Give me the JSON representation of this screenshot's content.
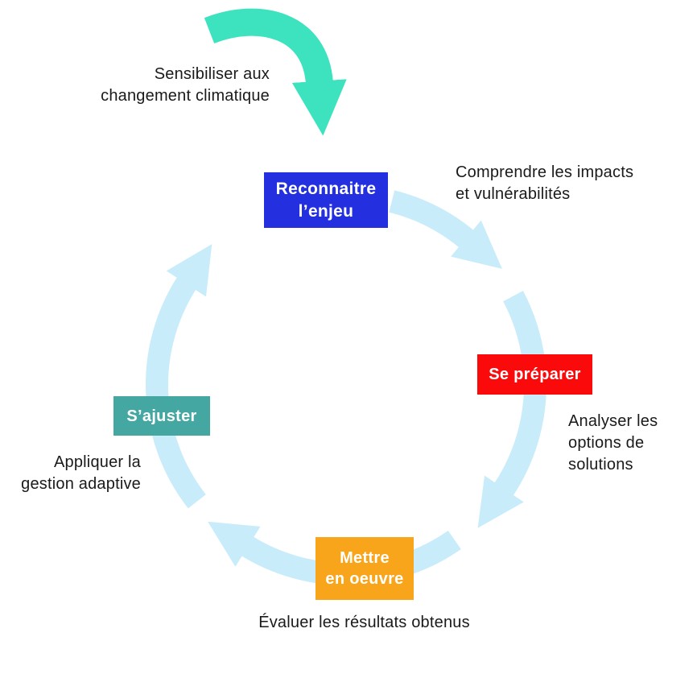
{
  "diagram": {
    "type": "cycle",
    "direction": "clockwise",
    "entry": {
      "label": "Sensibiliser aux\nchangement climatique"
    },
    "steps": [
      {
        "label": "Reconnaitre\nl’enjeu",
        "color": "#2430DF",
        "position": "top"
      },
      {
        "label": "Se préparer",
        "color": "#FB0A0C",
        "position": "right"
      },
      {
        "label": "Mettre\nen oeuvre",
        "color": "#F9A51C",
        "position": "bottom"
      },
      {
        "label": "S’ajuster",
        "color": "#44A7A1",
        "position": "left"
      }
    ],
    "annotations": [
      {
        "label": "Comprendre les impacts\net vulnérabilités",
        "position": "top-right"
      },
      {
        "label": "Analyser les\noptions de\nsolutions",
        "position": "right"
      },
      {
        "label": "Évaluer les résultats obtenus",
        "position": "bottom"
      },
      {
        "label": "Appliquer la\ngestion adaptive",
        "position": "left"
      }
    ],
    "colors": {
      "entry_arrow": "#3DE2BE",
      "cycle_arc": "#C9ECFB",
      "step_recognize": "#2430DF",
      "step_prepare": "#FB0A0C",
      "step_implement": "#F9A51C",
      "step_adjust": "#44A7A1",
      "text": "#1A1A1A"
    }
  }
}
